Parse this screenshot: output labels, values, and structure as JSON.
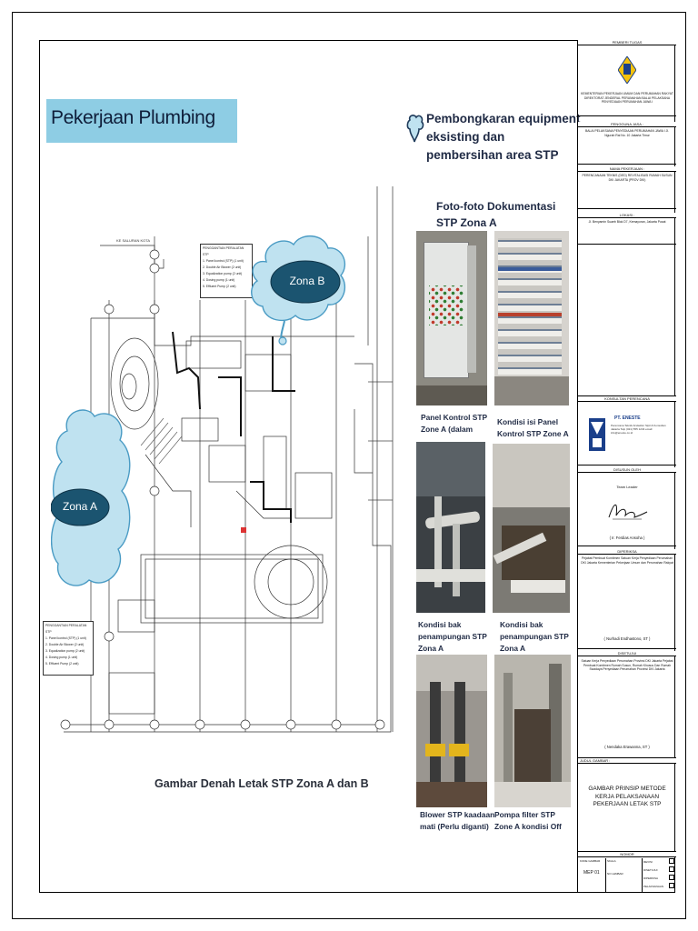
{
  "slide": {
    "title": "Pekerjaan Plumbing",
    "bullet": "Pembongkaran equipment eksisting dan pembersihan area STP",
    "photos_title": "Foto-foto Dokumentasi STP Zona A",
    "plan_caption": "Gambar Denah Letak STP Zona A dan B",
    "zone_a": "Zona A",
    "zone_b": "Zona B",
    "captions": [
      "Panel Kontrol STP Zone A (dalam",
      "Kondisi  isi Panel Kontrol STP Zone A",
      "Kondisi bak penampungan STP Zona A",
      "Kondisi bak penampungan STP Zona A",
      "Blower STP kaadaan mati (Perlu diganti)",
      "Pompa filter STP Zone A kondisi Off"
    ]
  },
  "plan_labels": {
    "ke_saluran": "KE SALURAN KOTA",
    "legend_b_title": "PENGGANTIAN PERALATAN STP",
    "legend_b_items": [
      "1. Panel kontrol (STP) (1 unit)",
      "2. Double Air Blower (2 unit)",
      "3. Equalization pump (2 unit)",
      "4. Dosing pump (1 unit)",
      "5. Effluent Pump (2 unit)"
    ],
    "legend_a_title": "PENGGANTIAN PERALATAN STP",
    "legend_a_items": [
      "1. Panel kontrol (STP) (1 unit)",
      "2. Double Air Blower (2 unit)",
      "3. Equalization pump (2 unit)",
      "4. Dosing pump (1 unit)",
      "5. Effluent Pump (2 unit)"
    ]
  },
  "title_block": {
    "pemberi_tugas_head": "PEMBERI TUGAS",
    "pemberi_tugas_text": "KEMENTERIAN PEKERJAAN UMUM DAN PERUMAHAN RAKYAT DIREKTORAT JENDERAL PERUMAHAN BALAI PELAKSANA PENYEDIAAN PERUMAHAN JAWA I",
    "pengguna_jasa_head": "PENGGUNA JASA :",
    "pengguna_jasa_text": "BALAI PELAKSANA PENYEDIAAN PERUMAHAN JAWA I Jl. Ngurah Rai No. 10 Jakarta Timur",
    "nama_pekerjaan_head": "NAMA PEKERJAAN :",
    "nama_pekerjaan_text": "PERENCANAAN TEKNIS (DED) REVITALISASI RUMAH SUSUN DKI JAKARTA (PROV DKI)",
    "lokasi_head": "LOKASI :",
    "lokasi_text": "Jl. Benyamin Suaeb Blok D7, Kemayoran, Jakarta Pusat",
    "konsultan_head": "KONSULTAN PERENCANA",
    "konsultan_name": "PT. ENESTE",
    "konsultan_text": "Perencana Teknik Arsitektur Sipil & Konsultan Jakarta Telp (021) 555 1234 email: info@eneste.co.id",
    "disusun_head": "DISUSUN OLEH",
    "team_leader": "Team Leader",
    "team_leader_name": "( Ir. Ferdias Ansoha )",
    "diperiksa_head": "DIPERIKSA",
    "diperiksa_text": "Pejabat Pembuat Komitmen Satuan Kerja Penyediaan Perumahan DKI Jakarta Kementerian Pekerjaan Umum dan Perumahan Rakyat",
    "diperiksa_name": "( Nurhadi Endhastono, ST )",
    "disetujui_head": "DISETUJUI",
    "disetujui_text": "Satuan Kerja Penyediaan Perumahan Provinsi DKI Jakarta Pejabat Pembuat Komitmen Rumah Susun, Rumah Khusus Dan Rumah Swadaya Penyediaan Perumahan Provinsi DKI Jakarta",
    "disetujui_name": "( Nendaka Erawanna, ST )",
    "judul_head": "JUDUL GAMBAR :",
    "judul_text": "GAMBAR PRINSIP METODE KERJA PELAKSANAAN PEKERJAAN LETAK STP",
    "nomor_head": "NOMOR",
    "kode_label": "KODE GAMBAR",
    "kode": "MEP 01",
    "skala_label": "SKALA",
    "no_lembar_label": "NO LEMBAR",
    "status_items": [
      "REVISI",
      "DISETUJUI",
      "DIPERIKSA",
      "PELAKSANAAN"
    ]
  }
}
